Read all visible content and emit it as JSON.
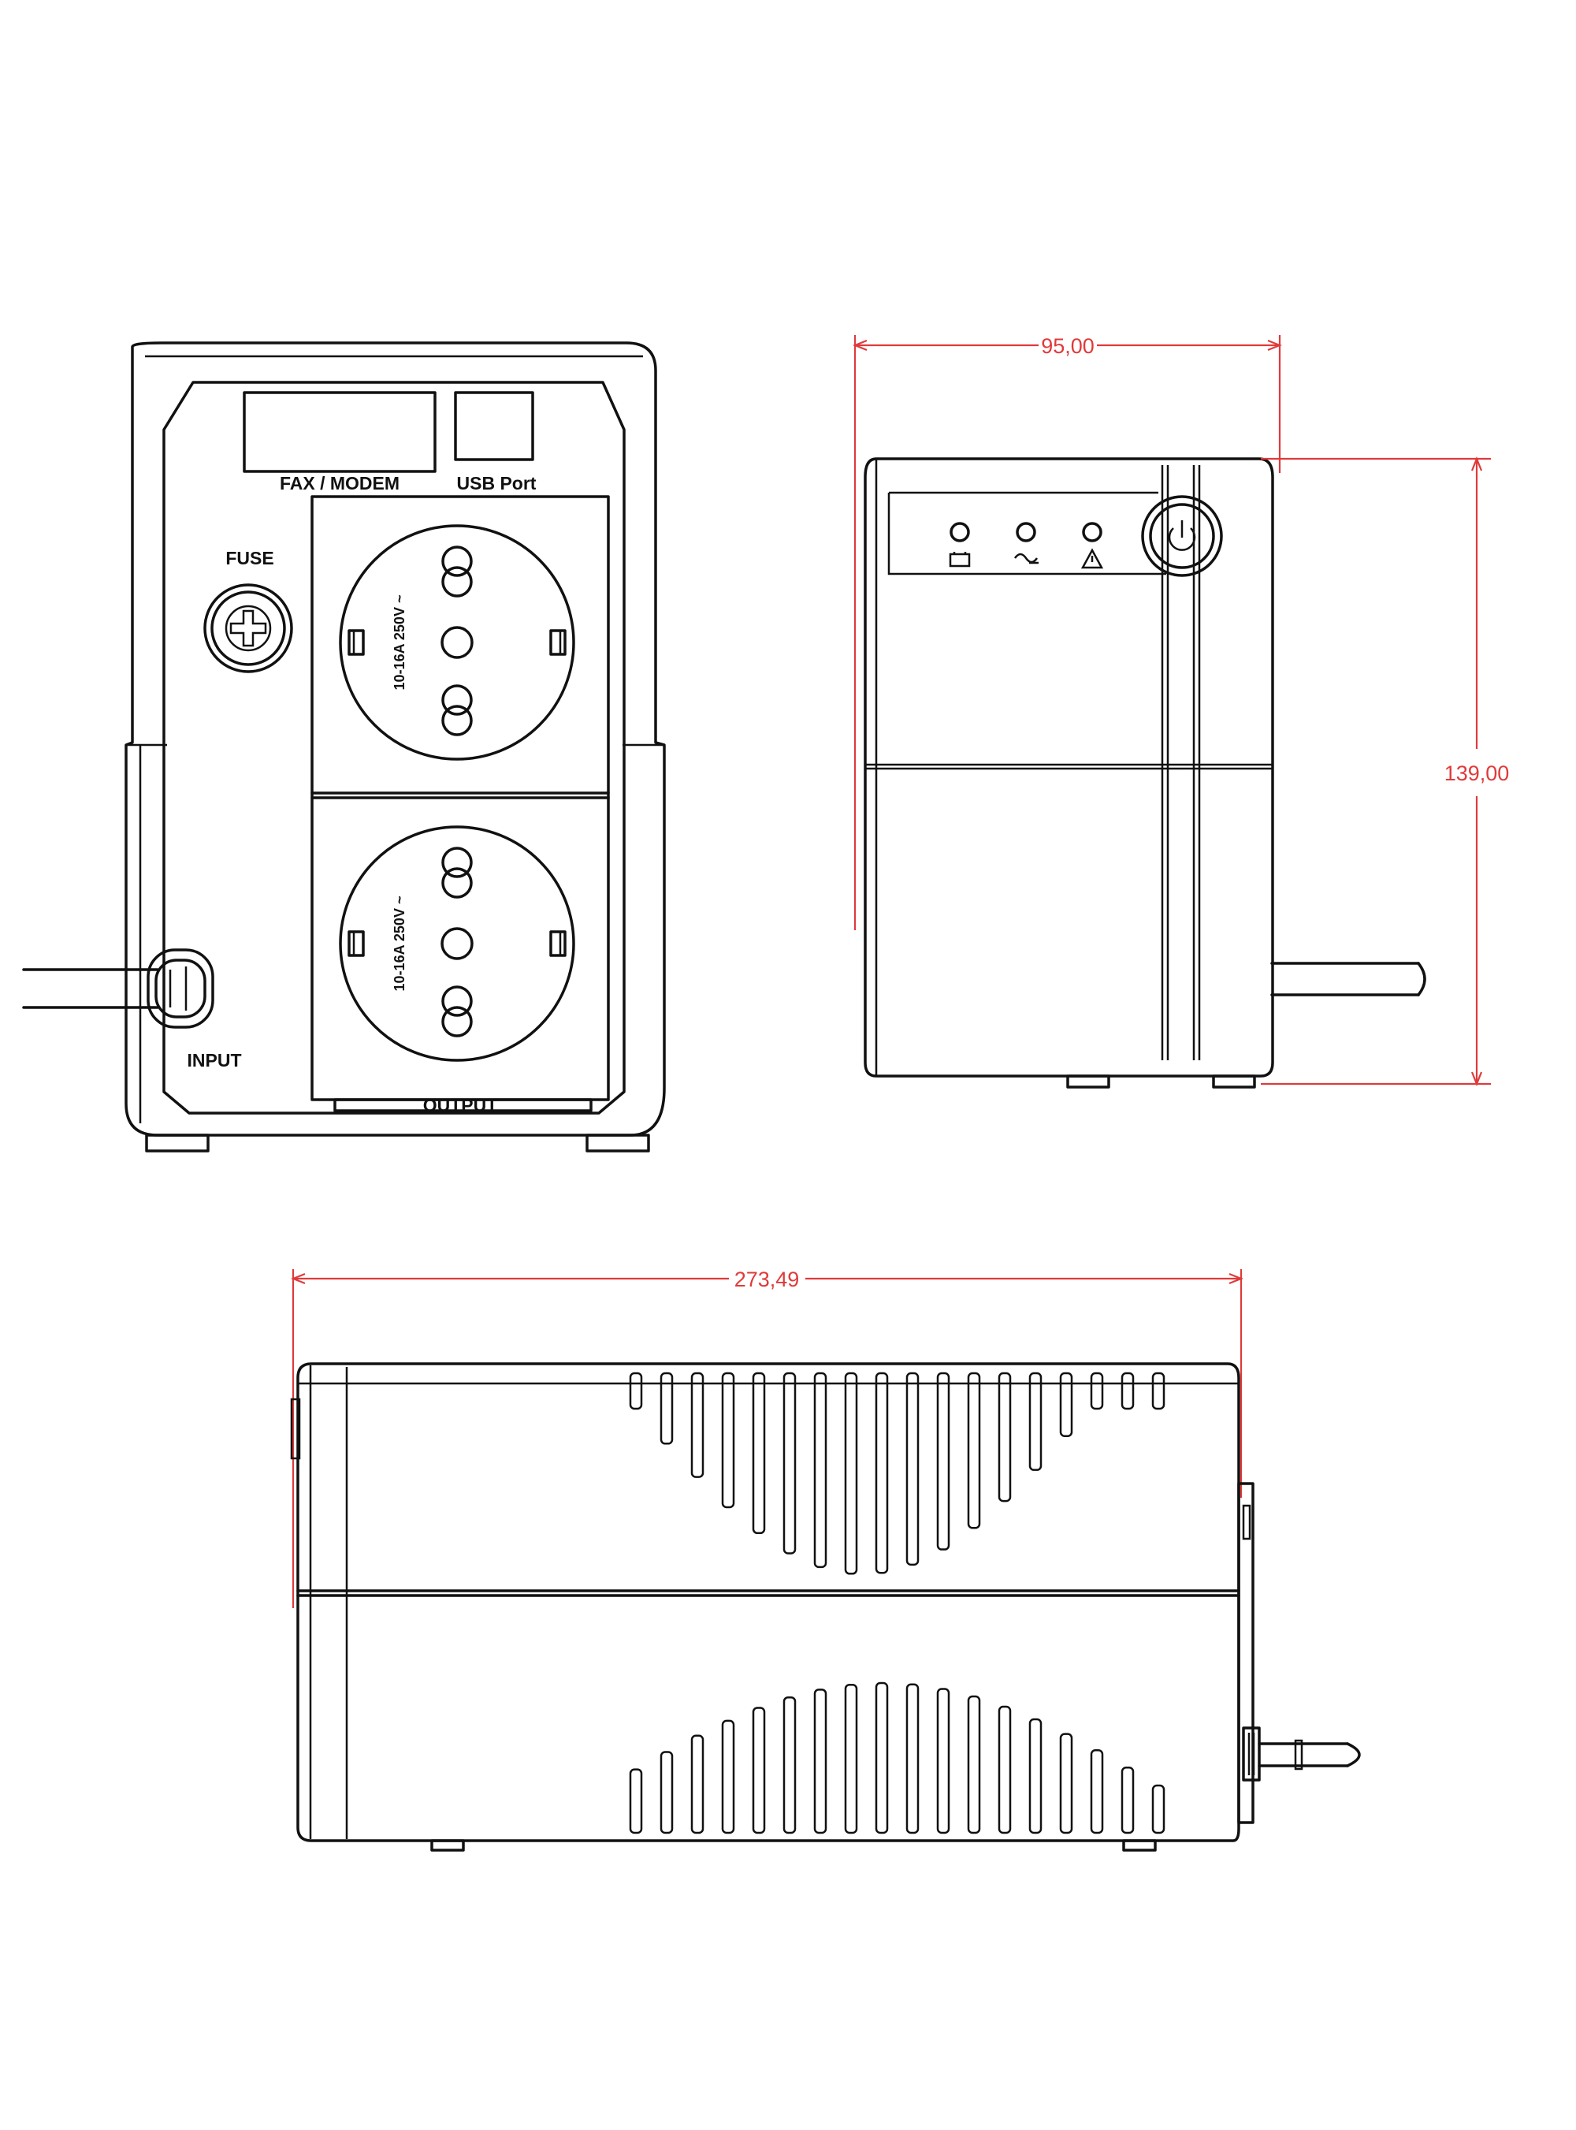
{
  "dimensions": {
    "width": "95,00",
    "height": "139,00",
    "length": "273,49"
  },
  "front_view": {
    "fax_modem_label": "FAX / MODEM",
    "usb_label": "USB  Port",
    "fuse_label": "FUSE",
    "input_label": "INPUT",
    "output_label": "OUTPUT",
    "socket_rating": "10-16A  250V ~"
  },
  "side_view": {
    "indicators": [
      "battery-icon",
      "ac-power-icon",
      "warning-icon"
    ],
    "power_button_icon": "power-icon"
  },
  "colors": {
    "dimension_lines": "#e03a3a",
    "outline": "#111111"
  }
}
